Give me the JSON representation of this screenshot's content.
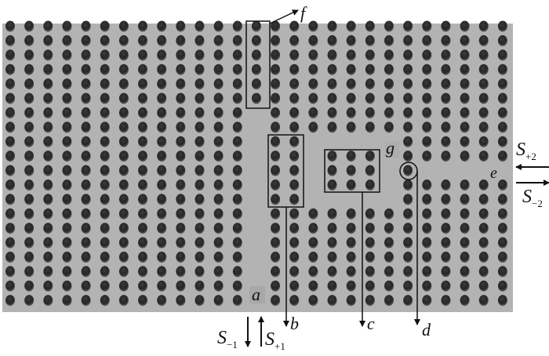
{
  "figure": {
    "lattice": {
      "rows": 20,
      "cols": 27
    },
    "colors": {
      "background": "#b3b3b3",
      "hole": "#2a2a2a",
      "annotation": "#111111"
    },
    "labels": {
      "a": "a",
      "b": "b",
      "c": "c",
      "d": "d",
      "e": "e",
      "f": "f",
      "g": "g"
    },
    "ports": {
      "s_plus2": {
        "symbol": "S",
        "sub": "+2"
      },
      "s_minus2": {
        "symbol": "S",
        "sub": "−2"
      },
      "s_minus1": {
        "symbol": "S",
        "sub": "−1"
      },
      "s_plus1": {
        "symbol": "S",
        "sub": "+1"
      }
    }
  }
}
